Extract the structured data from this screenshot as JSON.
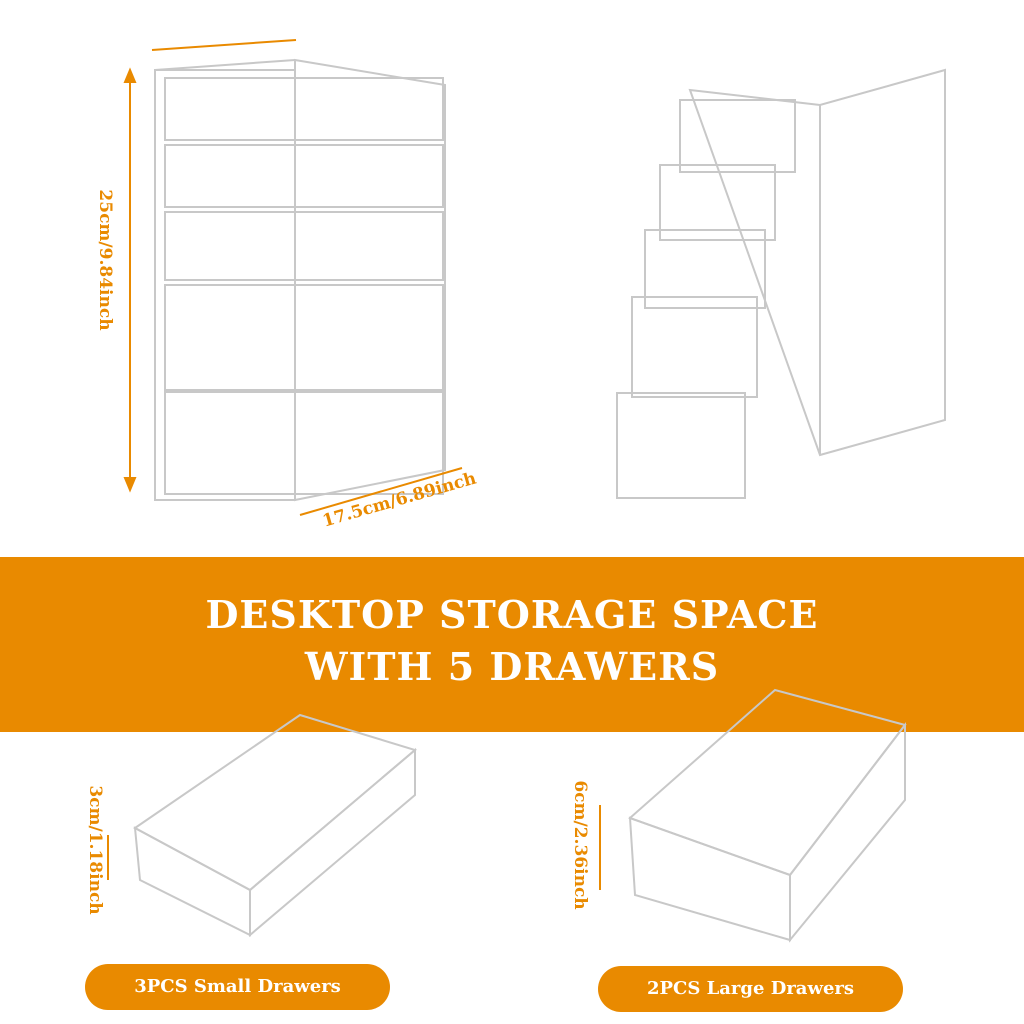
{
  "banner": {
    "line1": "DESKTOP STORAGE SPACE",
    "line2": "WITH 5 DRAWERS"
  },
  "dimensions": {
    "height": "25cm/9.84inch",
    "depth": "17.5cm/6.89inch",
    "small_drawer_height": "3cm/1.18inch",
    "large_drawer_height": "6cm/2.36inch"
  },
  "labels": {
    "small": "3PCS Small Drawers",
    "large": "2PCS Large Drawers"
  },
  "colors": {
    "accent": "#E98A00"
  }
}
